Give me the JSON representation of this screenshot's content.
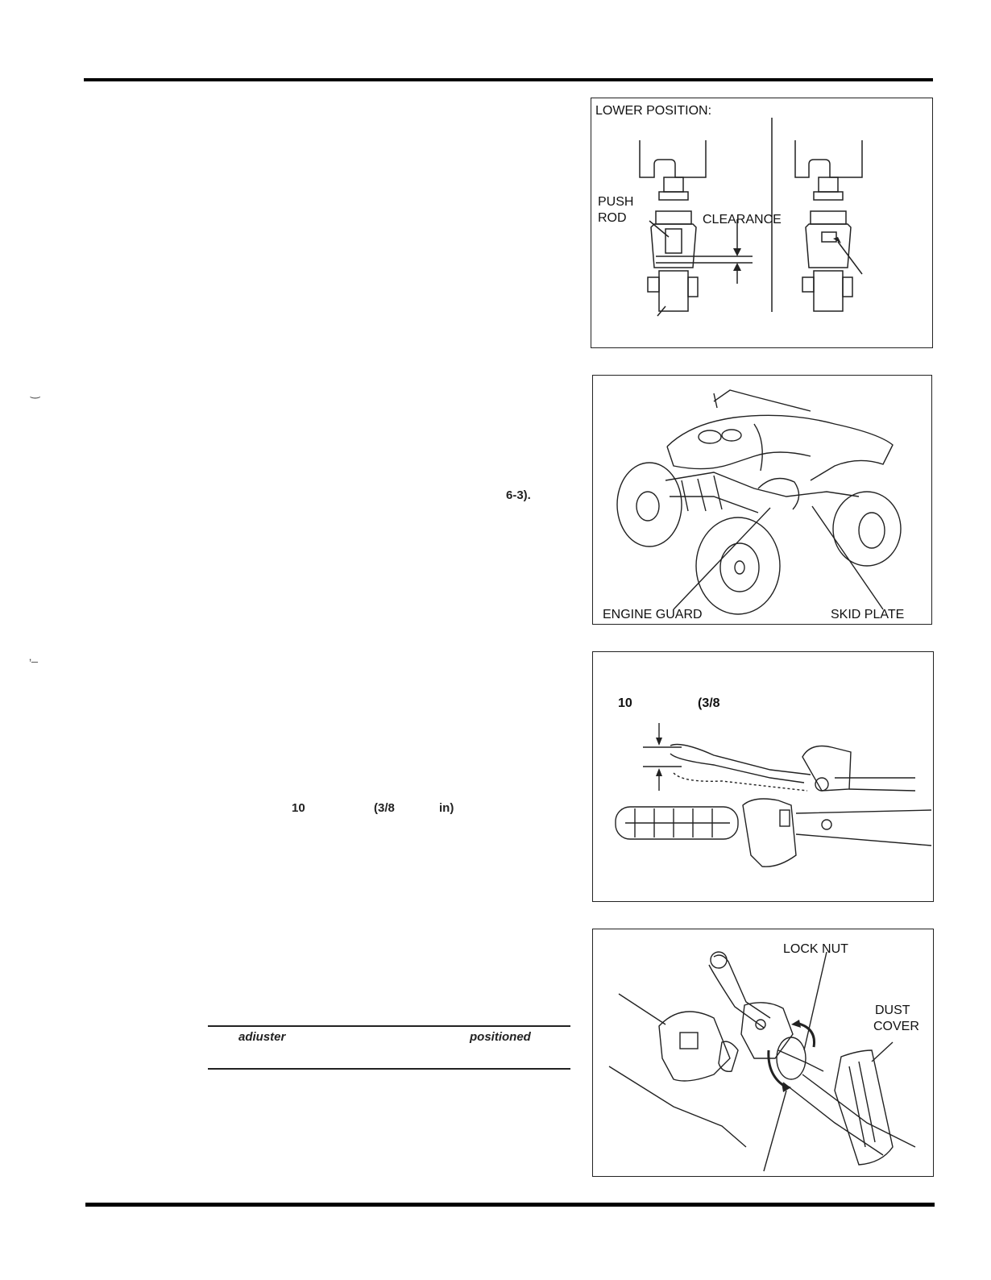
{
  "body_fragments": {
    "page_ref": "6-3).",
    "freeplay_value": "10",
    "freeplay_inch": "(3/8",
    "freeplay_unit": "in)",
    "note_word_1": "adiuster",
    "note_word_2": "positioned"
  },
  "fig1": {
    "title": "LOWER POSITION:",
    "push_rod_line1": "PUSH",
    "push_rod_line2": "ROD",
    "clearance": "CLEARANCE"
  },
  "fig2": {
    "engine_guard": "ENGINE GUARD",
    "skid_plate": "SKID PLATE"
  },
  "fig3": {
    "freeplay_value": "10",
    "freeplay_inch": "(3/8"
  },
  "fig4": {
    "lock_nut": "LOCK NUT",
    "dust_cover_line1": "DUST",
    "dust_cover_line2": "COVER"
  }
}
